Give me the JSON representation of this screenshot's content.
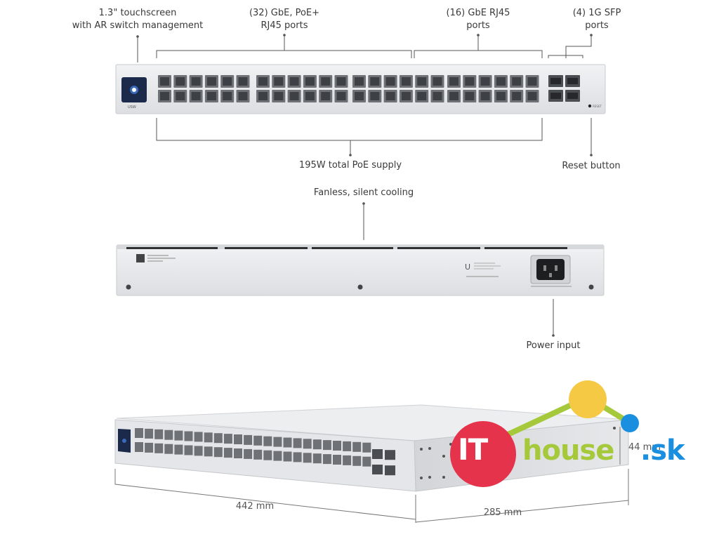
{
  "callouts": {
    "touchscreen": [
      "1.3\" touchscreen",
      "with AR switch management"
    ],
    "poe_ports": [
      "(32) GbE, PoE+",
      "RJ45 ports"
    ],
    "rj45_ports": [
      "(16) GbE RJ45",
      "ports"
    ],
    "sfp_ports": [
      "(4) 1G SFP",
      "ports"
    ],
    "poe_supply": "195W total PoE supply",
    "reset": "Reset button",
    "cooling": "Fanless, silent cooling",
    "power": "Power input"
  },
  "dimensions": {
    "width": "442 mm",
    "depth": "285 mm",
    "height": "44 mm"
  },
  "watermark": {
    "brand_it": "IT",
    "brand_house": "house",
    "brand_tld": ".sk",
    "colors": {
      "red": "#e4334a",
      "green": "#a5c93b",
      "yellow": "#f6c944",
      "blue": "#1a8fe0"
    }
  },
  "colors": {
    "chassis": "#e9eaec",
    "port": "#6e7277",
    "line": "#555555"
  }
}
